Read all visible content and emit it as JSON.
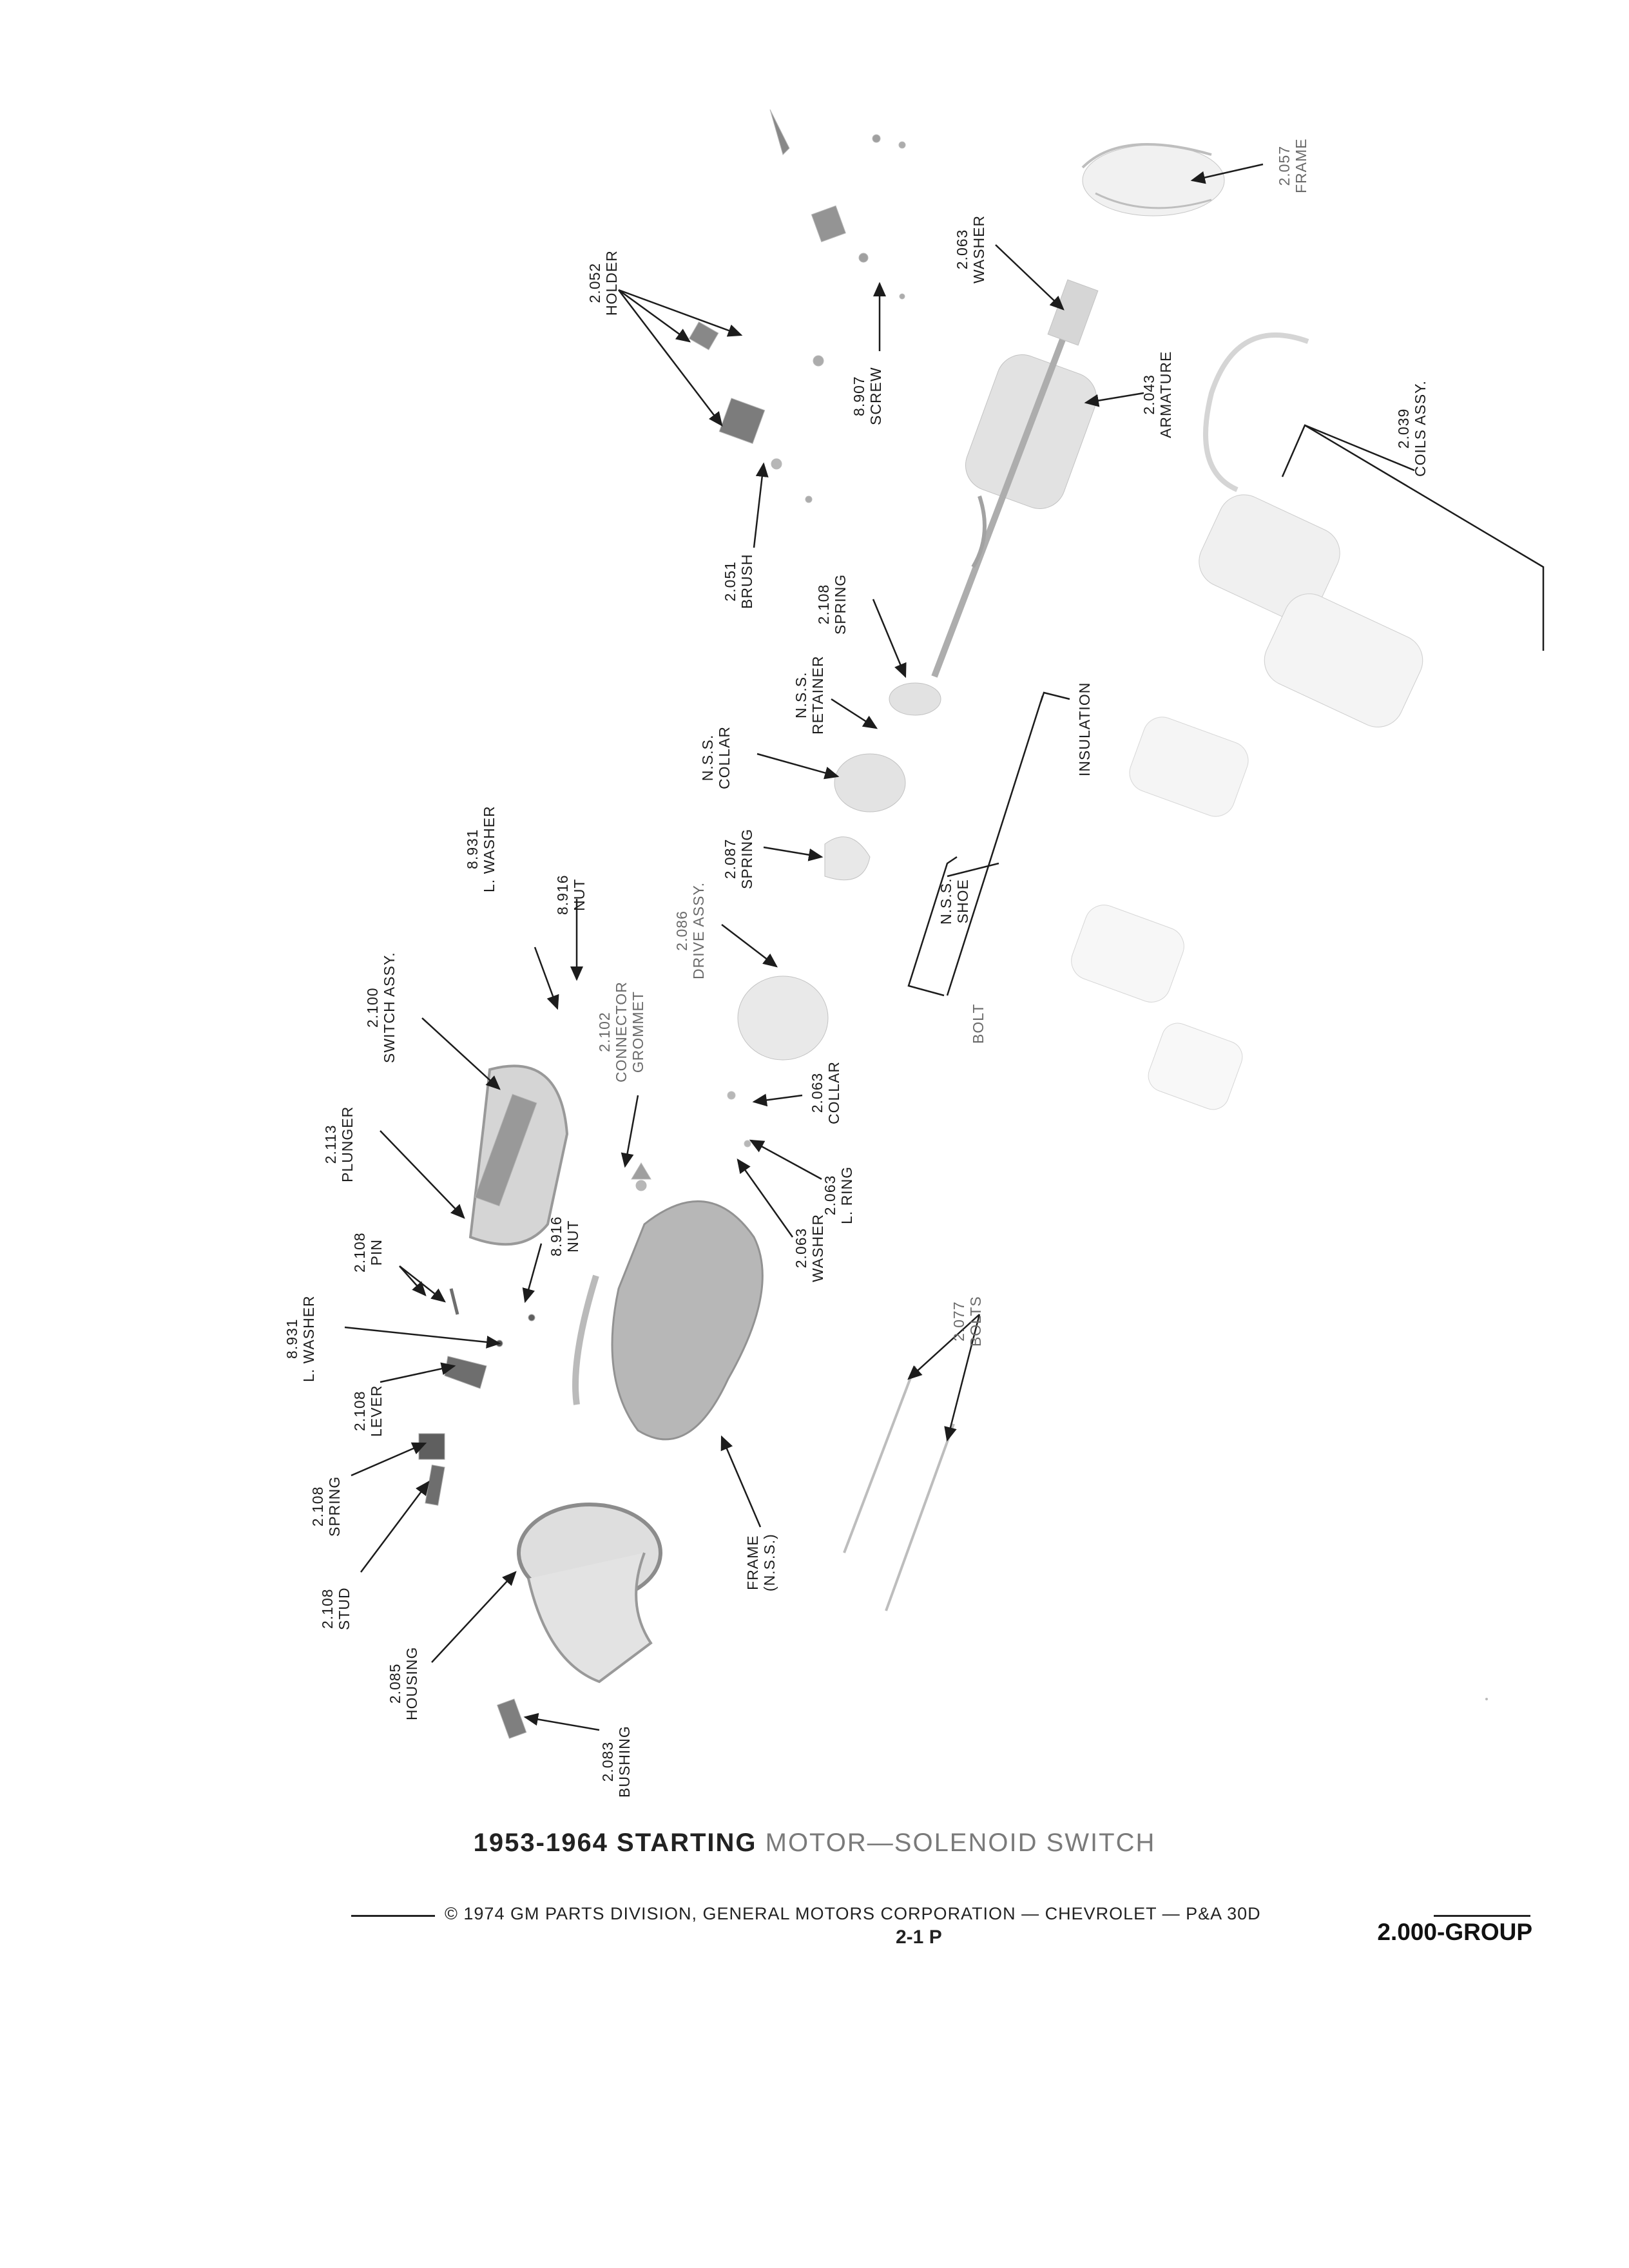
{
  "document": {
    "title_main": "1953-1964 STARTING ",
    "title_faded": "MOTOR—SOLENOID SWITCH",
    "footer": "© 1974 GM PARTS DIVISION, GENERAL MOTORS CORPORATION — CHEVROLET — P&A 30D",
    "page_number": "2-1  P",
    "group": "2.000-GROUP"
  },
  "labels": {
    "holder_2052": "2.052\nHOLDER",
    "screw_8907": "8.907\nSCREW",
    "brush_2051": "2.051\nBRUSH",
    "washer_2063_top": "2.063\nWASHER",
    "frame_2057": "2.057\nFRAME",
    "armature_2043": "2.043\nARMATURE",
    "coils_2039": "2.039\nCOILS ASSY.",
    "spring_2108_top": "2.108\nSPRING",
    "retainer_nss": "N.S.S.\nRETAINER",
    "collar_nss": "N.S.S.\nCOLLAR",
    "insulation": "INSULATION",
    "spring_2087": "2.087\nSPRING",
    "drive_2086": "2.086\nDRIVE ASSY.",
    "shoe_nss": "N.S.S.\nSHOE",
    "bolt": "BOLT",
    "lwasher_8931_top": "8.931\nL. WASHER",
    "nut_8916_top": "8.916\nNUT",
    "switch_2100": "2.100\nSWITCH ASSY.",
    "connector_2102": "2.102\nCONNECTOR\nGROMMET",
    "collar_2063": "2.063\nCOLLAR",
    "lring_2063": "2.063\nL. RING",
    "washer_2063_mid": "2.063\nWASHER",
    "plunger_2113": "2.113\nPLUNGER",
    "pin_2108": "2.108\nPIN",
    "nut_8916_mid": "8.916\nNUT",
    "lwasher_8931_mid": "8.931\nL. WASHER",
    "lever_2108": "2.108\nLEVER",
    "bolts_2077": "2.077\nBOLTS",
    "spring_2108_low": "2.108\nSPRING",
    "frame_nss": "FRAME\n(N.S.S.)",
    "stud_2108": "2.108\nSTUD",
    "housing_2085": "2.085\nHOUSING",
    "bushing_2083": "2.083\nBUSHING"
  }
}
